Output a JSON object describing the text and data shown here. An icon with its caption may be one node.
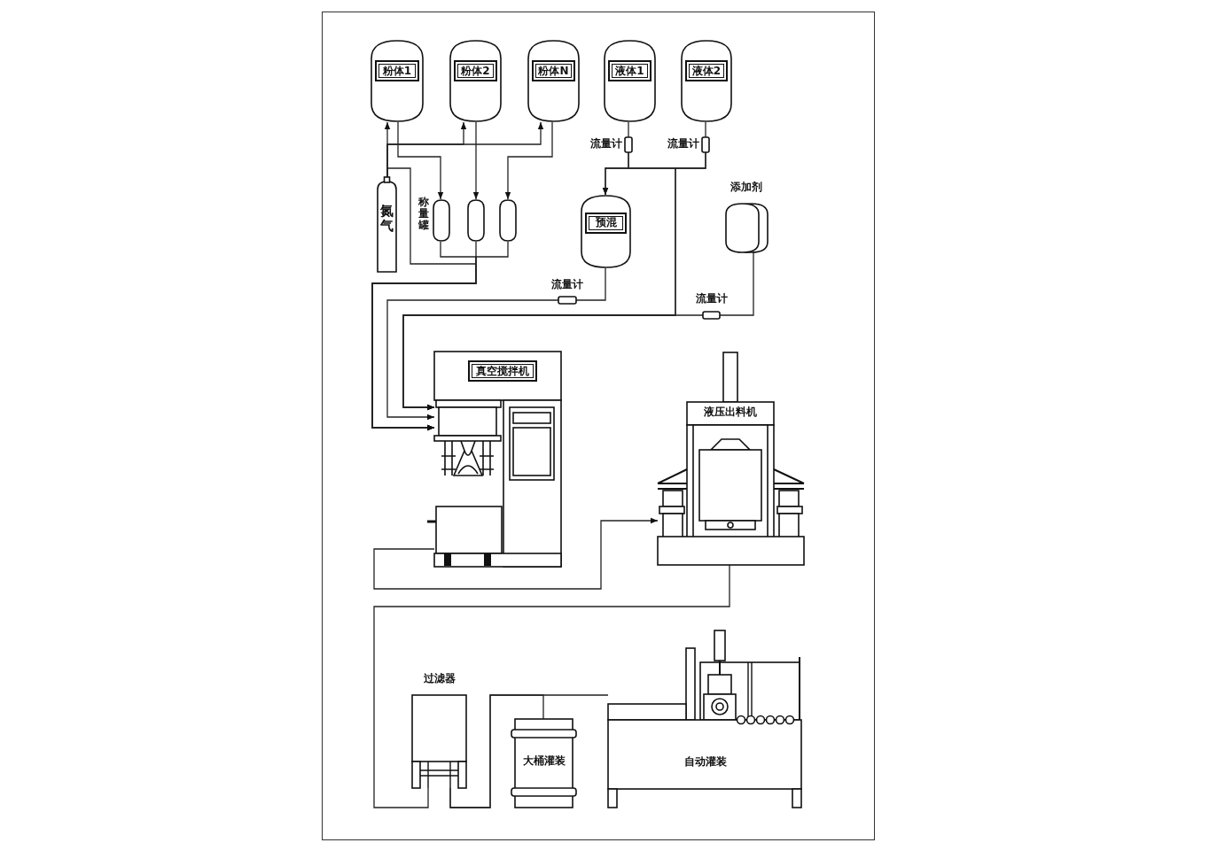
{
  "diagram": {
    "nodes": [
      {
        "text": [
          "粉体1"
        ]
      },
      {
        "text": [
          "粉体2"
        ]
      },
      {
        "text": [
          "粉体N"
        ]
      },
      {
        "text": [
          "液体1"
        ]
      },
      {
        "text": [
          "液体2"
        ]
      },
      {
        "text": [
          "氮气"
        ]
      },
      {
        "text": [],
        "shape": "tank",
        "beside": [
          "称量罐"
        ]
      },
      {
        "text": [],
        "shape": "tank"
      },
      {
        "text": [],
        "shape": "tank"
      },
      {
        "text": [],
        "shape": "box",
        "beside": [
          "流量计"
        ]
      },
      {
        "text": [],
        "shape": "box",
        "beside": [
          "流量计"
        ]
      },
      {
        "text": [
          "预混"
        ]
      },
      {
        "text": [
          "添加剂"
        ]
      },
      {
        "text": [],
        "shape": "box",
        "beside": [
          "流量计"
        ]
      },
      {
        "text": [],
        "shape": "box",
        "beside": [
          "流量计"
        ]
      },
      {
        "text": [
          "真空搅拌机"
        ]
      },
      {
        "text": [
          "液压出料机"
        ]
      },
      {
        "text": [
          "过滤器"
        ]
      },
      {
        "text": [
          "大桶灌装"
        ]
      },
      {
        "text": [
          "自动灌装"
        ]
      }
    ],
    "edges": [
      {
        "from": 5,
        "to": 0,
        "arrow": "to"
      },
      {
        "from": 5,
        "to": 1,
        "arrow": "to"
      },
      {
        "from": 5,
        "to": 2,
        "arrow": "to"
      },
      {
        "from": 0,
        "to": 6,
        "arrow": "to"
      },
      {
        "from": 1,
        "to": 7,
        "arrow": "to"
      },
      {
        "from": 2,
        "to": 8,
        "arrow": "to"
      },
      {
        "from": 6,
        "to": 15,
        "arrow": "to"
      },
      {
        "from": 7,
        "to": 15,
        "arrow": "to"
      },
      {
        "from": 8,
        "to": 15,
        "arrow": "to"
      },
      {
        "from": 5,
        "to": 15,
        "arrow": "to"
      },
      {
        "from": 3,
        "to": 9,
        "arrow": "none"
      },
      {
        "from": 4,
        "to": 10,
        "arrow": "none"
      },
      {
        "from": 9,
        "to": 11,
        "arrow": "to"
      },
      {
        "from": 10,
        "to": 11,
        "arrow": "to"
      },
      {
        "from": 9,
        "to": 15,
        "arrow": "to"
      },
      {
        "from": 10,
        "to": 15,
        "arrow": "to"
      },
      {
        "from": 11,
        "to": 13,
        "arrow": "none"
      },
      {
        "from": 13,
        "to": 15,
        "arrow": "to"
      },
      {
        "from": 12,
        "to": 14,
        "arrow": "none"
      },
      {
        "from": 14,
        "to": 15,
        "arrow": "to"
      },
      {
        "from": 15,
        "to": 16,
        "arrow": "to"
      },
      {
        "from": 16,
        "to": 17,
        "arrow": "none"
      },
      {
        "from": 17,
        "to": 18,
        "arrow": "none"
      },
      {
        "from": 17,
        "to": 19,
        "arrow": "none"
      }
    ]
  }
}
